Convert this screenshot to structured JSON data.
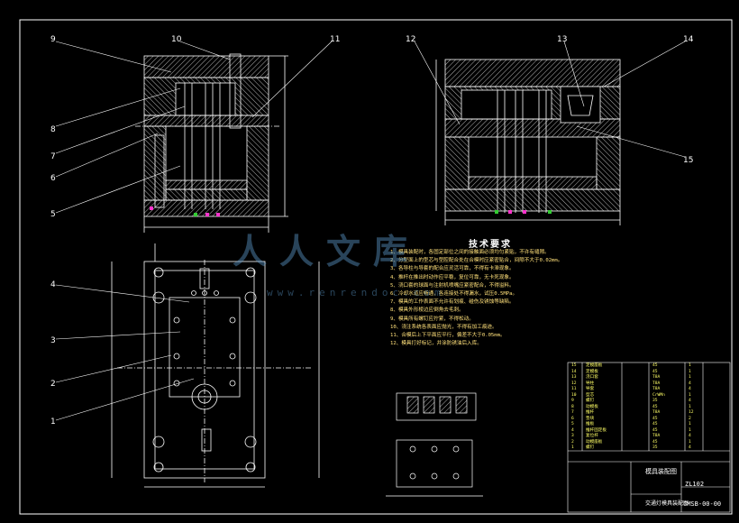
{
  "callouts": {
    "top_left": [
      "9",
      "10",
      "11",
      "8",
      "7",
      "6",
      "5"
    ],
    "top_right": [
      "12",
      "13",
      "14",
      "15"
    ],
    "bottom_left": [
      "4",
      "3",
      "2",
      "1"
    ]
  },
  "tech_requirements": {
    "title": "技术要求",
    "items": [
      "1、模具装配时，各固定部位之间的接触面必须均匀紧贴，不许有缝隙。",
      "2、分型面上的型芯与型腔配合处在合模时应紧密贴合，间隙不大于0.02mm。",
      "3、各导柱与导套的配合应灵活可靠，不得有卡滞现象。",
      "4、推杆在推出时动作应平稳，复位可靠，无卡死现象。",
      "5、浇口套的球面与注射机喷嘴应紧密配合，不得溢料。",
      "6、冷却水道应畅通，各连接处不得漏水，试压0.5MPa。",
      "7、模具的工作表面不允许有划痕、碰伤及锈蚀等缺陷。",
      "8、模具外形棱边应倒角去毛刺。",
      "9、模具所有螺钉应拧紧，不得松动。",
      "10、浇注系统各表面应抛光，不得有加工痕迹。",
      "11、合模后上下平面应平行，偏差不大于0.05mm。",
      "12、模具打好标记，并涂防锈油后入库。"
    ]
  },
  "title_block": {
    "drawing_title": "模具装配图",
    "part_name": "交通灯模具装配图",
    "model": "ZL102",
    "drawing_code": "CMSB-00-00",
    "parts_rows": [
      {
        "no": "15",
        "name": "定模座板",
        "spec": "",
        "mat": "45",
        "qty": "1"
      },
      {
        "no": "14",
        "name": "定模板",
        "spec": "",
        "mat": "45",
        "qty": "1"
      },
      {
        "no": "13",
        "name": "浇口套",
        "spec": "",
        "mat": "T8A",
        "qty": "1"
      },
      {
        "no": "12",
        "name": "导柱",
        "spec": "",
        "mat": "T8A",
        "qty": "4"
      },
      {
        "no": "11",
        "name": "导套",
        "spec": "",
        "mat": "T8A",
        "qty": "4"
      },
      {
        "no": "10",
        "name": "型芯",
        "spec": "",
        "mat": "CrWMn",
        "qty": "1"
      },
      {
        "no": "9",
        "name": "螺钉",
        "spec": "",
        "mat": "35",
        "qty": "4"
      },
      {
        "no": "8",
        "name": "动模板",
        "spec": "",
        "mat": "45",
        "qty": "1"
      },
      {
        "no": "7",
        "name": "推杆",
        "spec": "",
        "mat": "T8A",
        "qty": "12"
      },
      {
        "no": "6",
        "name": "垫块",
        "spec": "",
        "mat": "45",
        "qty": "2"
      },
      {
        "no": "5",
        "name": "推板",
        "spec": "",
        "mat": "45",
        "qty": "1"
      },
      {
        "no": "4",
        "name": "推杆固定板",
        "spec": "",
        "mat": "45",
        "qty": "1"
      },
      {
        "no": "3",
        "name": "复位杆",
        "spec": "",
        "mat": "T8A",
        "qty": "4"
      },
      {
        "no": "2",
        "name": "动模座板",
        "spec": "",
        "mat": "45",
        "qty": "1"
      },
      {
        "no": "1",
        "name": "螺钉",
        "spec": "",
        "mat": "35",
        "qty": "4"
      }
    ]
  },
  "watermark": {
    "main": "人人文库",
    "url": "www.renrendoc.com"
  },
  "colors": {
    "background": "#000000",
    "outline": "#ffffff",
    "hatch": "#ffffff",
    "dimension": "#ffffff",
    "accent_yellow": "#ffe07a",
    "accent_green": "#33cc33",
    "accent_magenta": "#ff33cc",
    "watermark": "#5a96c8"
  }
}
